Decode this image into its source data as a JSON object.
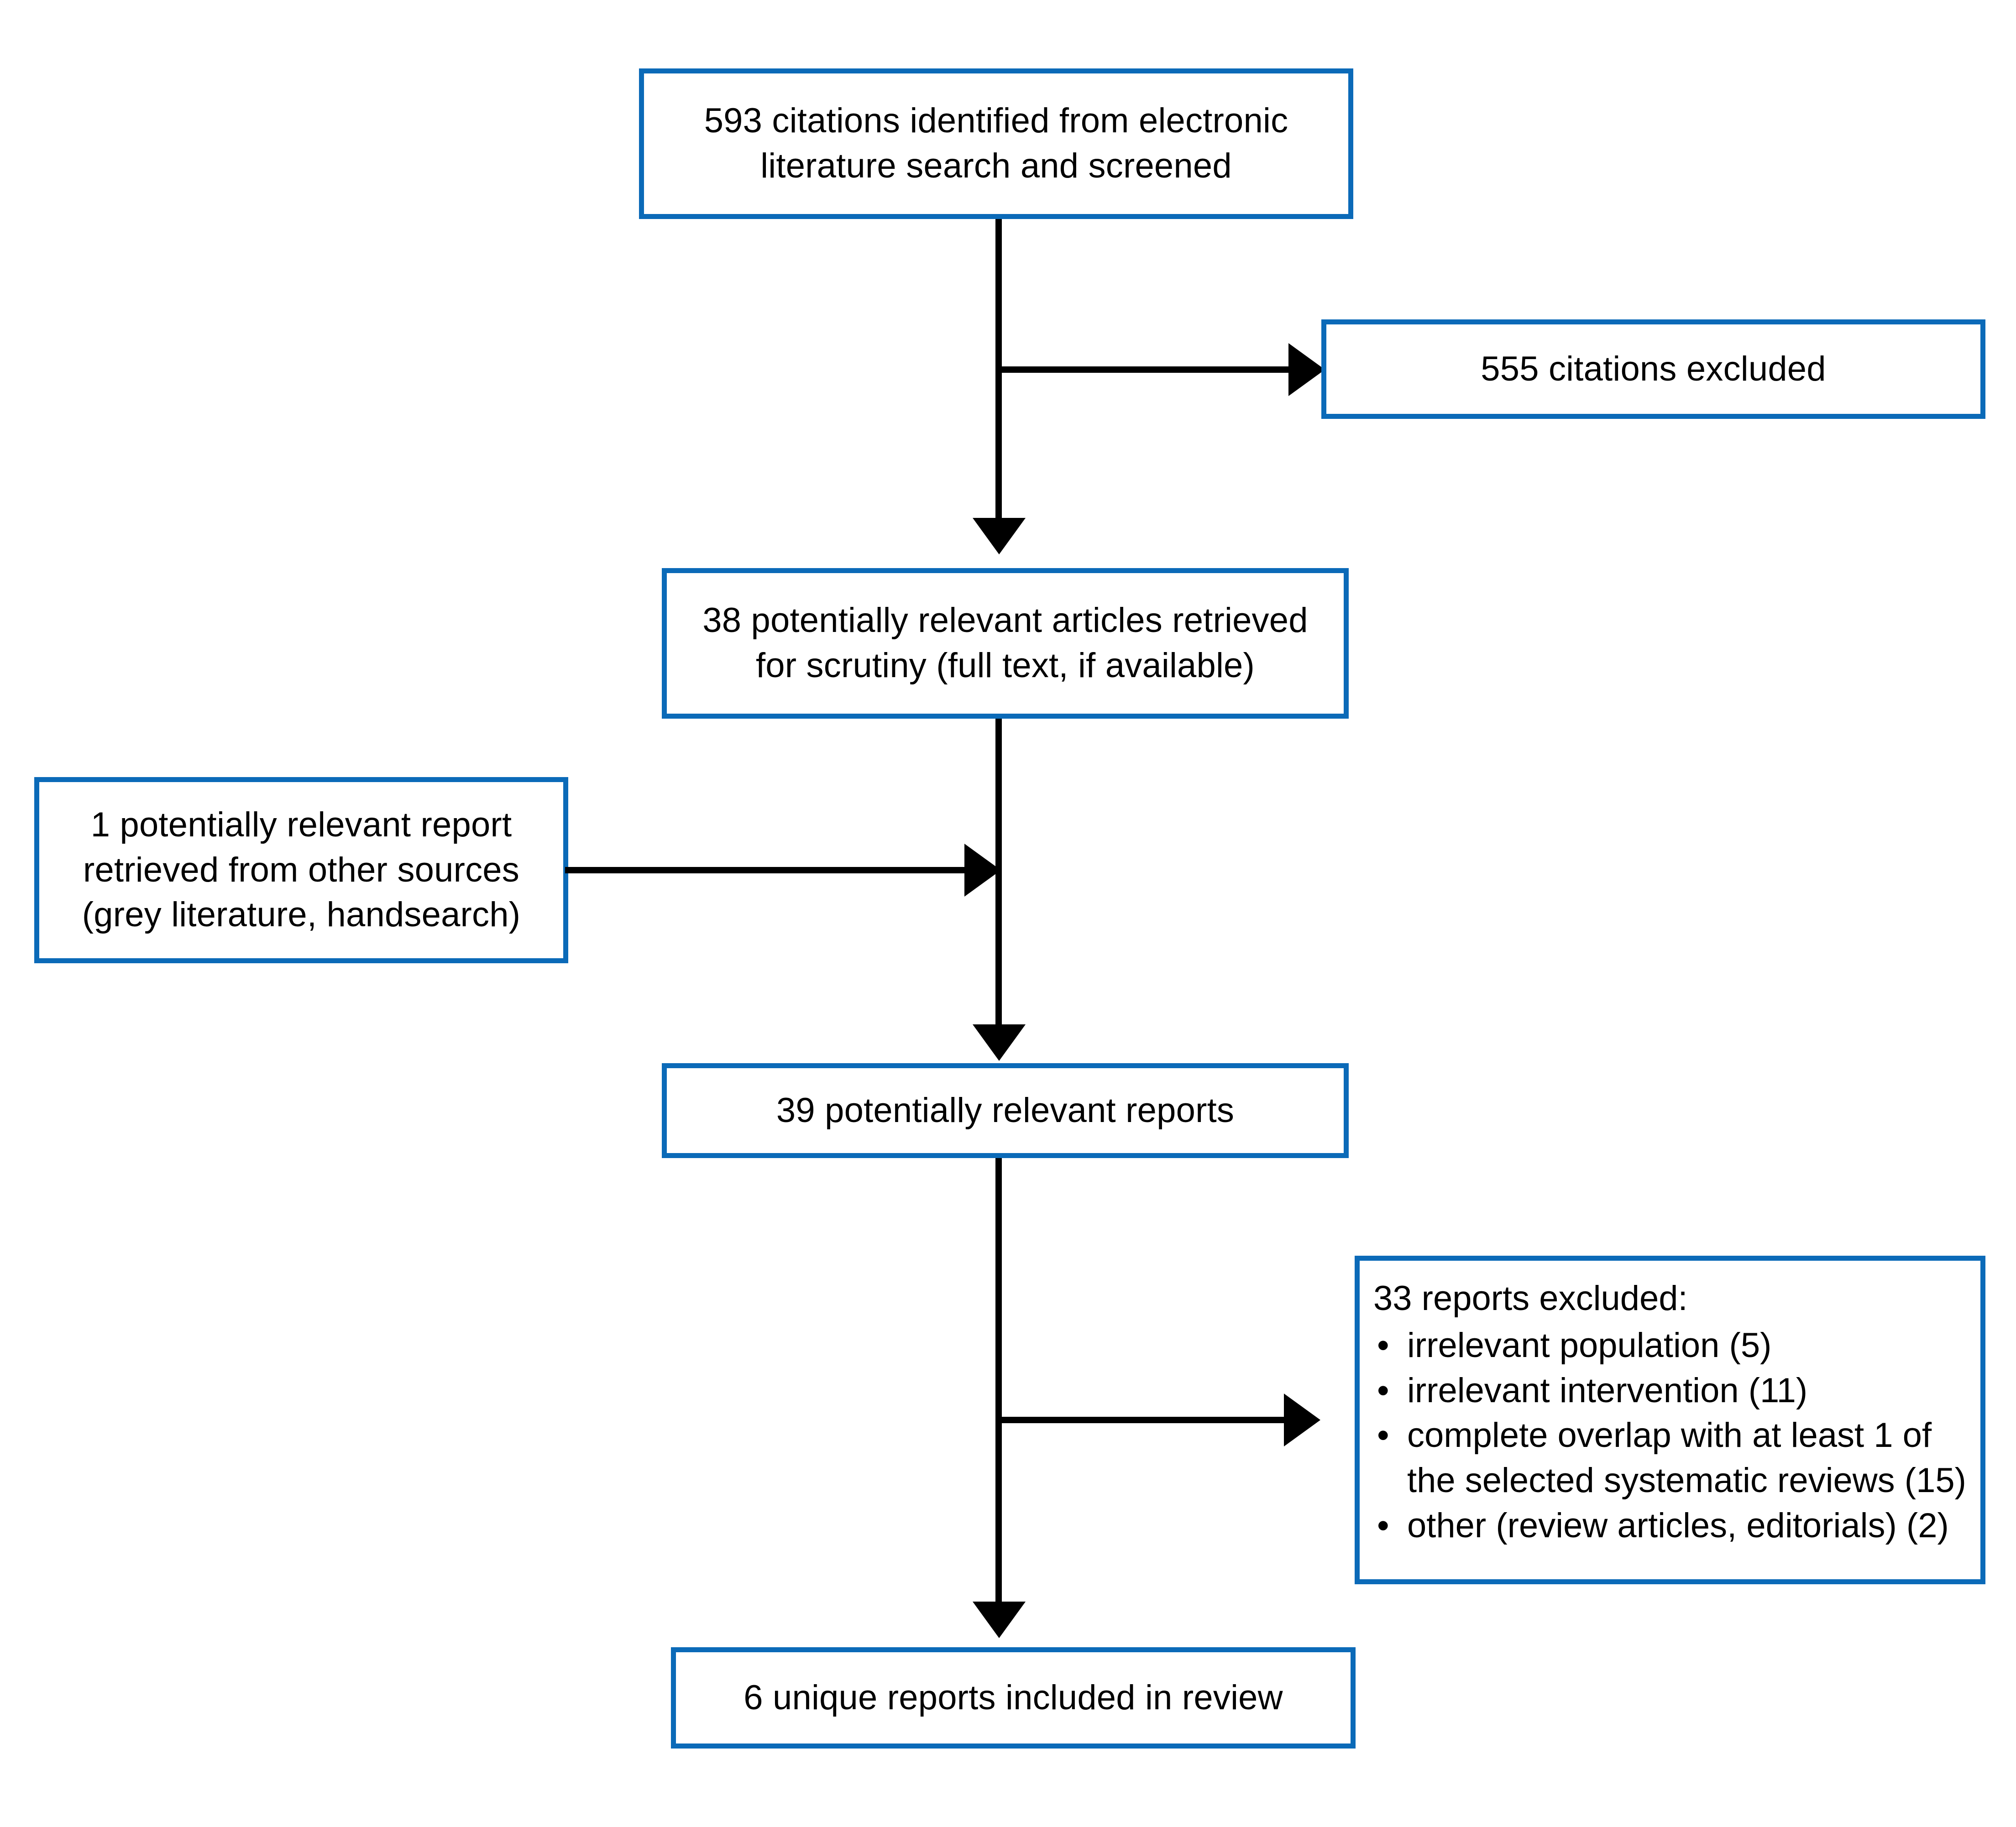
{
  "diagram": {
    "type": "prisma-flow-diagram",
    "accent_color": "#0b6ab8",
    "connector_color": "#000000",
    "background_color": "#ffffff"
  },
  "boxes": {
    "identified": {
      "line1": "593 citations identified from electronic",
      "line2": "literature search and screened",
      "count": 593
    },
    "citations_excluded": {
      "line1": "555 citations excluded",
      "count": 555
    },
    "retrieved": {
      "line1": "38 potentially relevant articles retrieved",
      "line2": "for scrutiny (full text, if available)",
      "count": 38
    },
    "other_sources": {
      "line1": "1 potentially relevant report",
      "line2": "retrieved from other sources",
      "line3": "(grey literature, handsearch)",
      "count": 1
    },
    "reports": {
      "line1": "39 potentially relevant reports",
      "count": 39
    },
    "reports_excluded": {
      "heading": "33 reports excluded:",
      "count": 33,
      "bullet_glyph": "•",
      "reasons": [
        {
          "text": "irrelevant population (5)",
          "count": 5
        },
        {
          "text": "irrelevant intervention (11)",
          "count": 11
        },
        {
          "text": "complete overlap with at least 1 of",
          "count": 15
        },
        {
          "text": "the selected systematic reviews (15)",
          "count": null
        },
        {
          "text": "other (review articles, editorials) (2)",
          "count": 2
        }
      ]
    },
    "included": {
      "line1": "6 unique reports included in review",
      "count": 6
    }
  }
}
